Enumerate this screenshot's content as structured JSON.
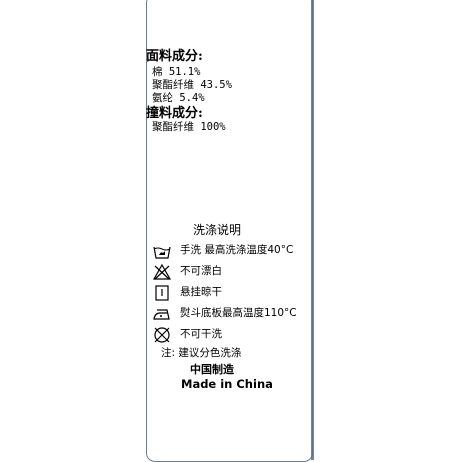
{
  "fabric": {
    "title": "面料成分:",
    "items": [
      "棉 51.1%",
      "聚酯纤维 43.5%",
      "氨纶 5.4%"
    ]
  },
  "lining": {
    "title": "撞料成分:",
    "items": [
      "聚酯纤维 100%"
    ]
  },
  "care": {
    "title": "洗涤说明",
    "instructions": [
      {
        "icon": "hand-wash-icon",
        "text": "手洗  最高洗涤温度40°C"
      },
      {
        "icon": "no-bleach-icon",
        "text": "不可漂白"
      },
      {
        "icon": "line-dry-icon",
        "text": "悬挂晾干"
      },
      {
        "icon": "iron-icon",
        "text": "熨斗底板最高温度110°C"
      },
      {
        "icon": "no-dry-clean-icon",
        "text": "不可干洗"
      }
    ],
    "note": "注: 建议分色洗涤",
    "origin_cn": "中国制造",
    "origin_en": "Made in China"
  }
}
